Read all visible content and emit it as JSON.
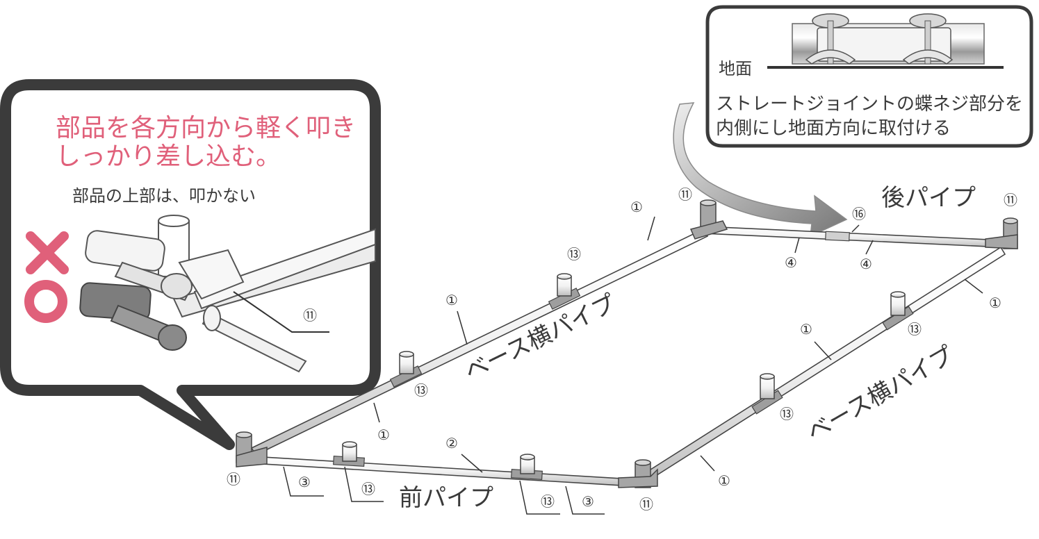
{
  "callout_left": {
    "headline_line1": "部品を各方向から軽く叩き",
    "headline_line2": "しっかり差し込む。",
    "note": "部品の上部は、叩かない",
    "wrong_mark": "✕",
    "right_mark": "○",
    "part_label": "⑪",
    "accent_color": "#e0607a"
  },
  "callout_right": {
    "ground_label": "地面",
    "instruction_line1": "ストレートジョイントの蝶ネジ部分を",
    "instruction_line2": "内側にし地面方向に取付ける"
  },
  "pipe_names": {
    "rear_pipe": "後パイプ",
    "front_pipe": "前パイプ",
    "base_side_pipe_left": "ベース横パイプ",
    "base_side_pipe_right": "ベース横パイプ"
  },
  "part_labels": {
    "corner_front_left": "⑪",
    "corner_front_right": "⑪",
    "corner_rear_left": "⑪",
    "corner_rear_right": "⑪",
    "front_joint_left": "⑬",
    "front_joint_right": "⑬",
    "left_joint_near": "⑬",
    "left_joint_far": "⑬",
    "right_joint_near": "⑬",
    "right_joint_far": "⑬",
    "rear_straight_joint": "⑯",
    "front_pipe_left": "③",
    "front_pipe_right": "③",
    "front_pipe_middle": "②",
    "rear_pipe_left": "④",
    "rear_pipe_right": "④",
    "left_pipe_near": "①",
    "left_pipe_mid": "①",
    "left_pipe_far": "①",
    "right_pipe_near": "①",
    "right_pipe_mid": "①",
    "right_pipe_far": "①"
  }
}
